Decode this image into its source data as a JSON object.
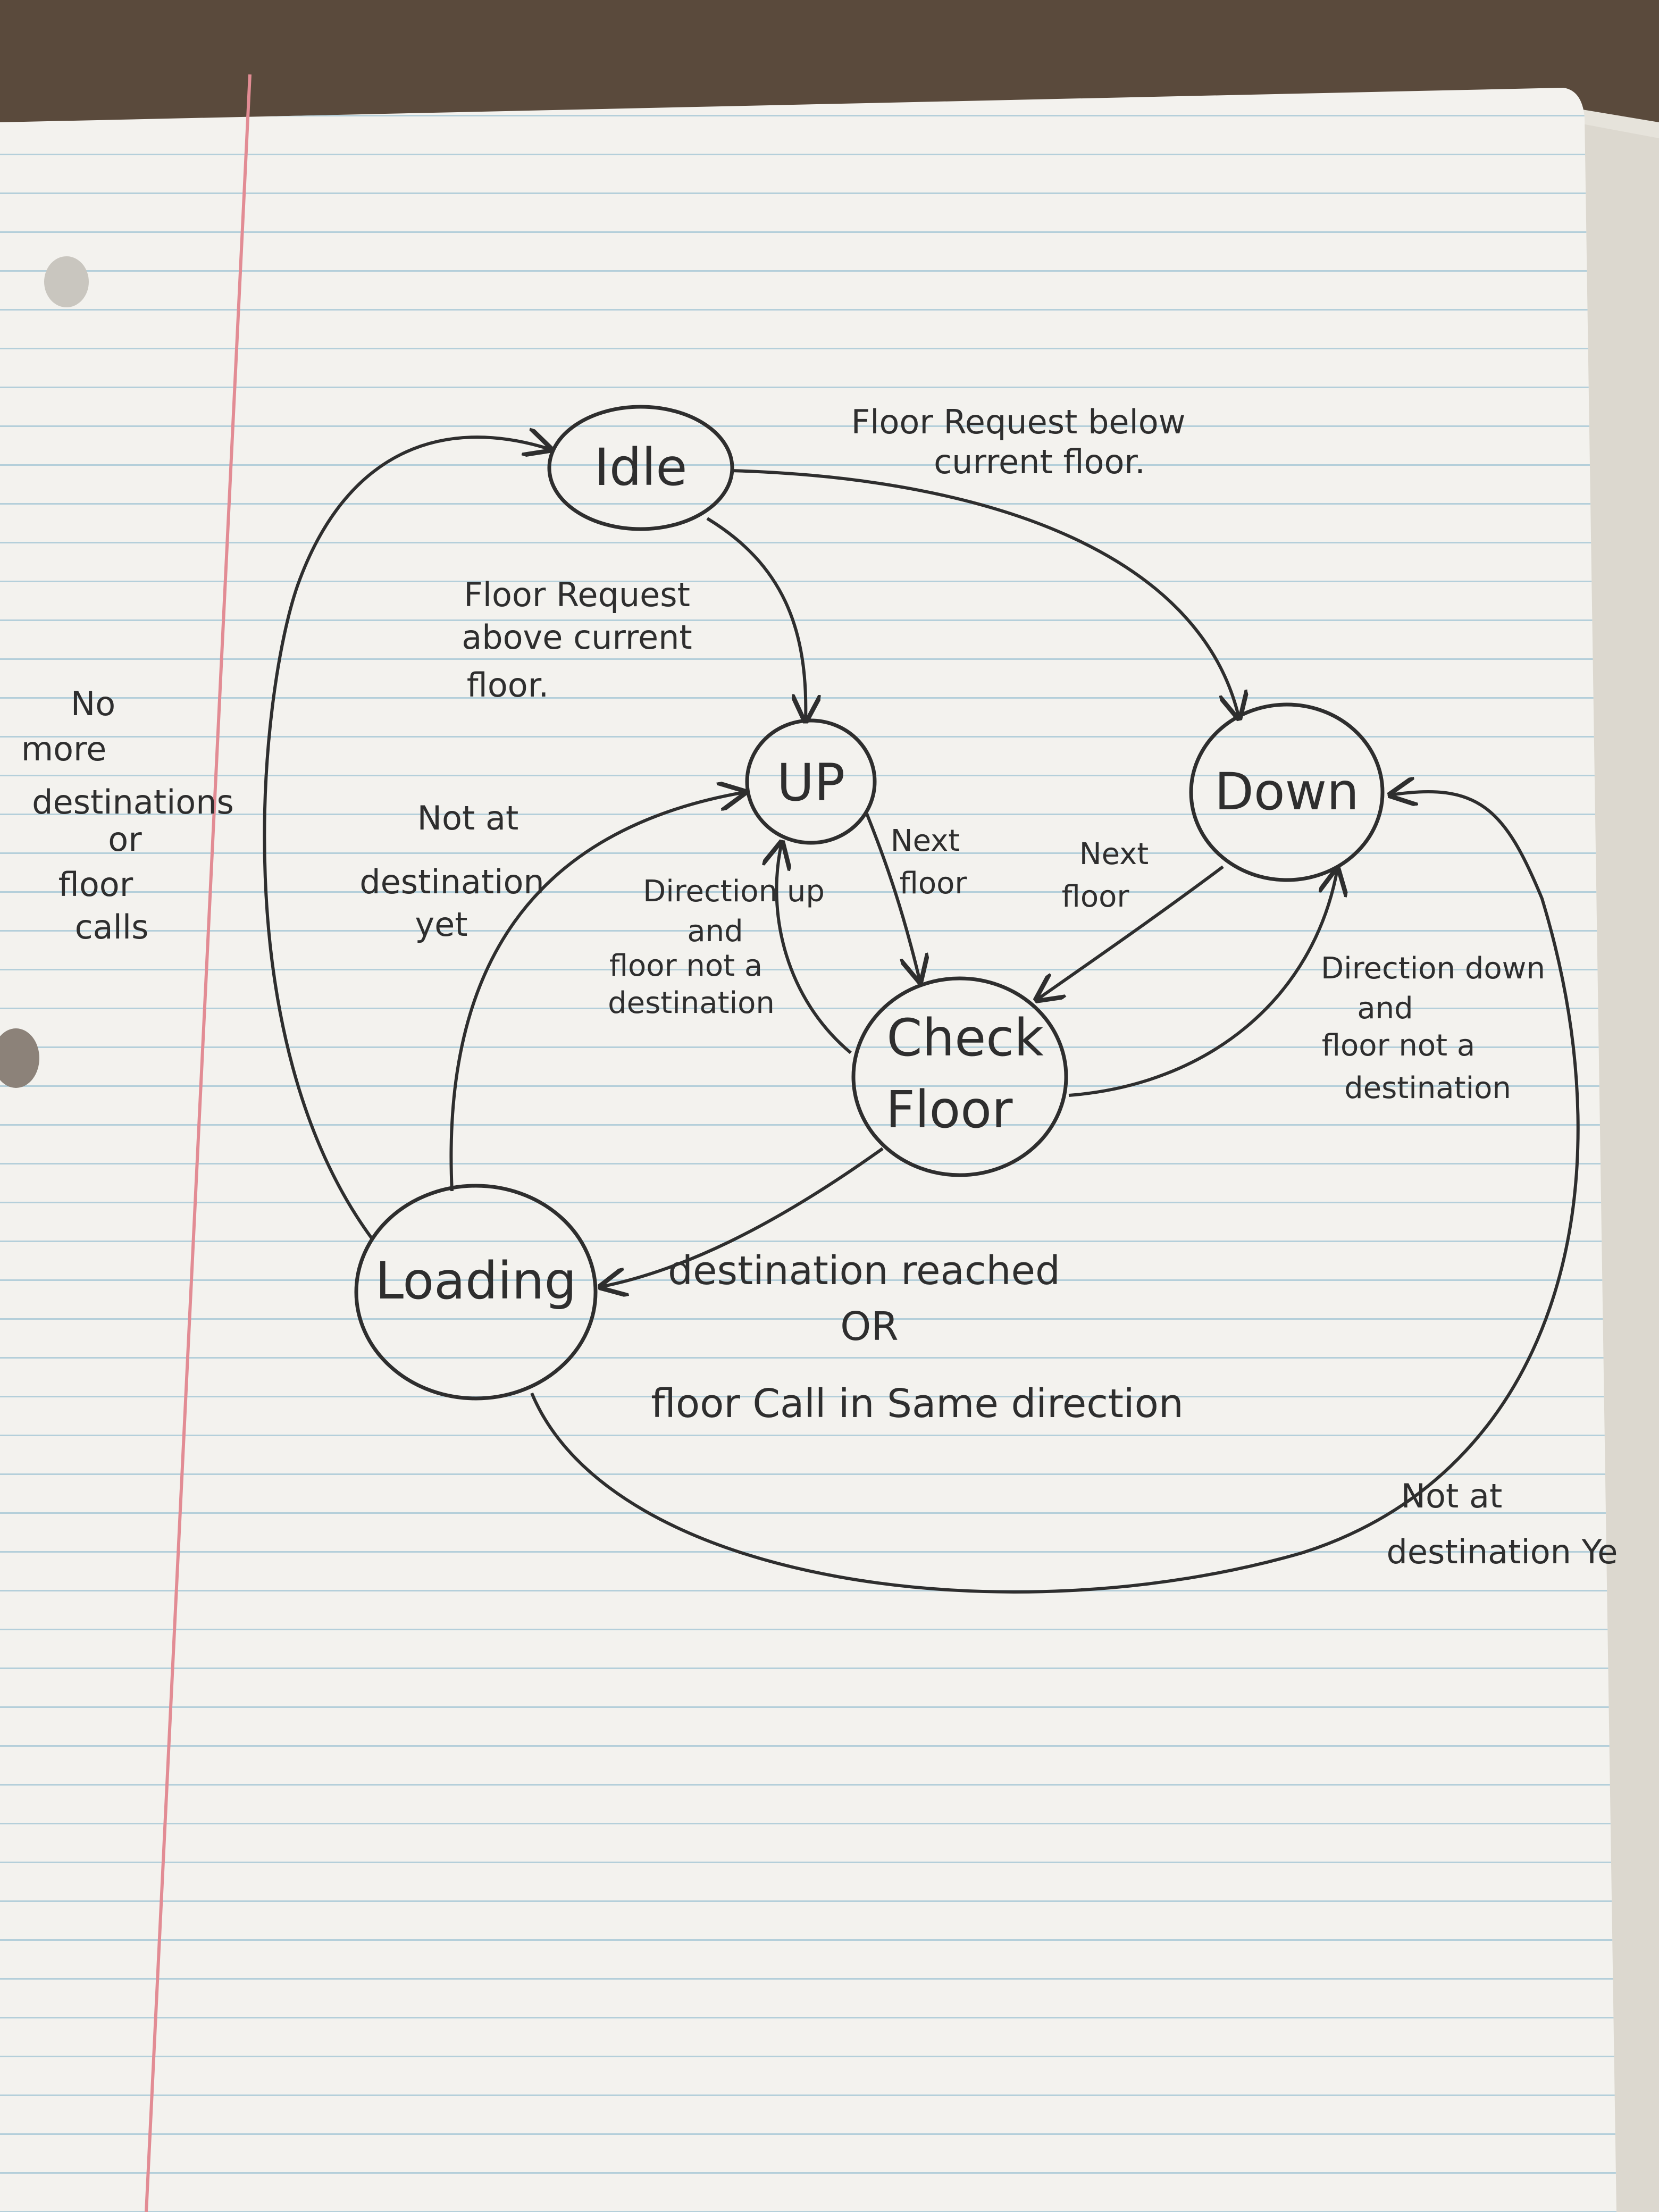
{
  "diagram": {
    "nodes": {
      "idle": "Idle",
      "up": "UP",
      "down": "Down",
      "check_line1": "Check",
      "check_line2": "Floor",
      "loading": "Loading"
    },
    "edges": {
      "idle_to_down": [
        "Floor Request below",
        "current floor."
      ],
      "idle_to_up": [
        "Floor Request",
        "above current",
        "floor."
      ],
      "loading_to_idle": [
        "No",
        "more",
        "destinations",
        "or",
        "floor",
        "calls"
      ],
      "loading_to_up": [
        "Not at",
        "destination",
        "yet"
      ],
      "up_to_check": [
        "Next",
        "floor"
      ],
      "down_to_check": [
        "Next",
        "floor"
      ],
      "check_to_up": [
        "Direction up",
        "and",
        "floor not a",
        "destination"
      ],
      "check_to_down": [
        "Direction down",
        "and",
        "floor not a",
        "destination"
      ],
      "check_to_loading": [
        "destination reached",
        "OR",
        "floor Call in Same direction"
      ],
      "loading_to_down": [
        "Not at",
        "destination Ye"
      ]
    }
  },
  "colors": {
    "paper": "#f4f3ef",
    "rule": "#9fc4d2",
    "margin": "#e08a92",
    "ink": "#2e2e2e",
    "desk": "#5a4a3c"
  }
}
